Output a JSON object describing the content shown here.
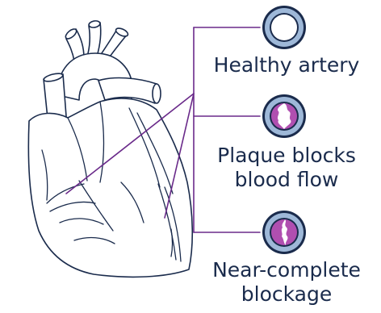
{
  "labels": {
    "healthy": "Healthy artery",
    "plaque_line1": "Plaque blocks",
    "plaque_line2": "blood flow",
    "near_line1": "Near-complete",
    "near_line2": "blockage"
  },
  "icons": {
    "heart": "heart-outline-icon",
    "healthy": "healthy-artery-cross-section-icon",
    "plaque": "partially-blocked-artery-icon",
    "near": "nearly-blocked-artery-icon"
  },
  "colors": {
    "outline": "#1a2b4c",
    "artery_ring": "#9eb8d8",
    "connector": "#6a2a8a",
    "plaque": "#b04fb0"
  }
}
